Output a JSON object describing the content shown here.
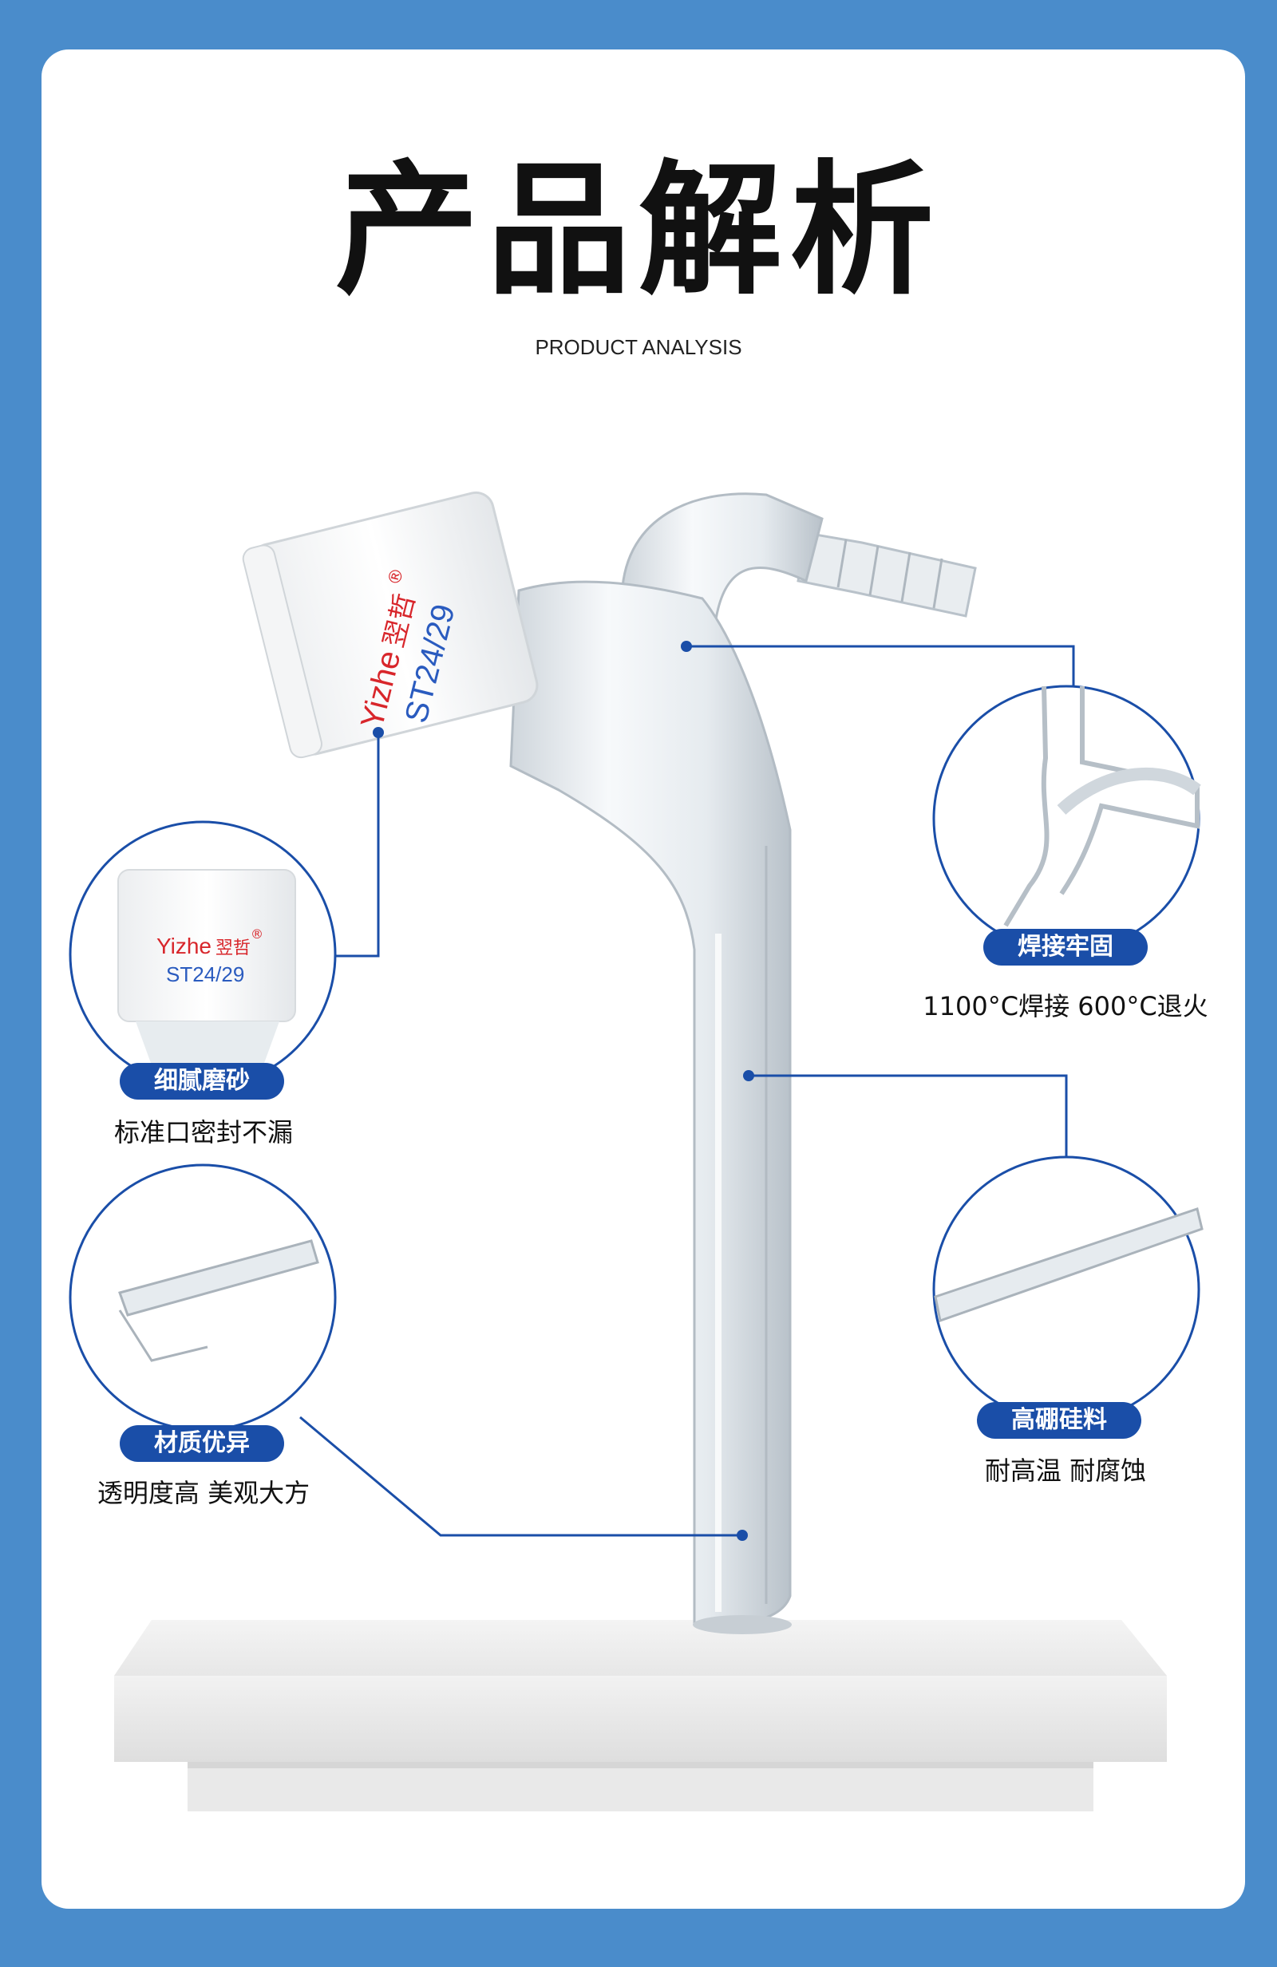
{
  "header": {
    "title": "产品解析",
    "subtitle": "PRODUCT ANALYSIS"
  },
  "product": {
    "brand": "Yizhe",
    "brand_cn": "翌哲",
    "registered": "®",
    "joint_size": "24/29"
  },
  "features": [
    {
      "label": "细腻磨砂",
      "caption": "标准口密封不漏"
    },
    {
      "label": "材质优异",
      "caption": "透明度高 美观大方"
    },
    {
      "label": "焊接牢固",
      "caption": "1100°C焊接 600°C退火"
    },
    {
      "label": "高硼硅料",
      "caption": "耐高温 耐腐蚀"
    }
  ],
  "colors": {
    "background": "#4a8ccb",
    "accent": "#1a4ea8",
    "brand_red": "#d8262b",
    "joint_blue": "#2a5bbf"
  }
}
